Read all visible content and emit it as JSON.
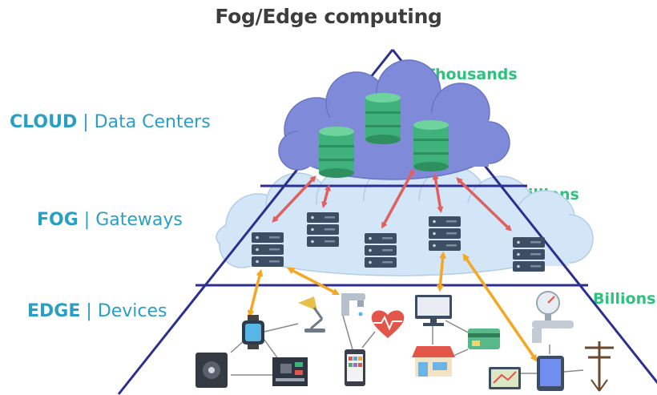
{
  "title": "Fog/Edge computing",
  "layers": [
    {
      "key": "CLOUD",
      "separator": "|",
      "description": "Data Centers",
      "count": "Thousands"
    },
    {
      "key": "FOG",
      "separator": "|",
      "description": "Gateways",
      "count": "Millions"
    },
    {
      "key": "EDGE",
      "separator": "|",
      "description": "Devices",
      "count": "Billions"
    }
  ],
  "colors": {
    "label": "#2a9fc4",
    "count": "#2ec27e",
    "pyramid_outline": "#2c2f8f",
    "cloud_top": "#7f8bd8",
    "cloud_fog": "#d3e6f8",
    "red_arrow": "#e06060",
    "orange_arrow": "#f5a623",
    "database": "#3fb17a",
    "server": "#3d4e63"
  },
  "icons": [
    "database-icon",
    "server-icon",
    "smartwatch-icon",
    "desk-lamp-icon",
    "faucet-icon",
    "heart-rate-icon",
    "smartphone-icon",
    "monitor-icon",
    "credit-card-icon",
    "shop-icon",
    "pressure-gauge-icon",
    "tablet-icon",
    "utility-pole-icon",
    "map-screen-icon",
    "safe-icon",
    "circuit-board-icon"
  ]
}
